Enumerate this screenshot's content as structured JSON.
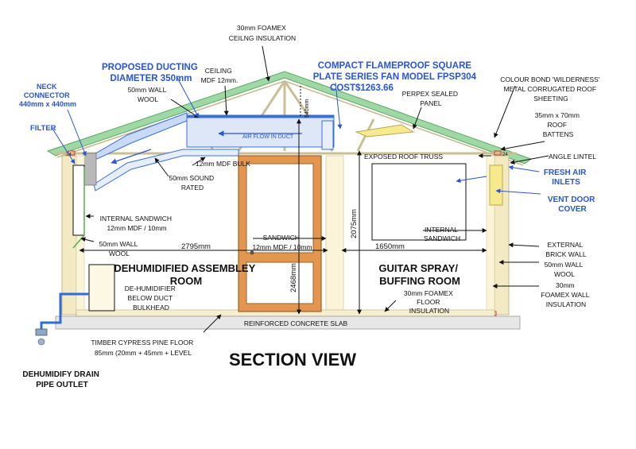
{
  "diagram": {
    "title": "SECTION VIEW",
    "labels": {
      "foamex_ceiling_1": "30mm FOAMEX",
      "foamex_ceiling_2": "CEILNG INSULATION",
      "ducting_1": "PROPOSED DUCTING",
      "ducting_2": "DIAMETER 350mm",
      "fan_1": "COMPACT FLAMEPROOF SQUARE",
      "fan_2": "PLATE SERIES FAN MODEL FPSP304",
      "fan_3": "COST$1263.66",
      "colour_bond_1": "COLOUR BOND 'WILDERNESS'",
      "colour_bond_2": "METAL CORRUGATED ROOF",
      "colour_bond_3": "SHEETING",
      "neck_1": "NECK",
      "neck_2": "CONNECTOR",
      "neck_3": "440mm x 440mm",
      "wall_wool_top_1": "50mm WALL",
      "wall_wool_top_2": "WOOL",
      "ceiling_mdf_1": "CEILING",
      "ceiling_mdf_2": "MDF 12mm.",
      "perpex_1": "PERPEX SEALED",
      "perpex_2": "PANEL",
      "filter": "FILTER",
      "airflow": "AIR FLOW IN DUCT",
      "mdf_bulk": "12mm MDF BULK",
      "sound_1": "50mm SOUND",
      "sound_2": "RATED",
      "roof_battens_1": "35mm x 70mm",
      "roof_battens_2": "ROOF",
      "roof_battens_3": "BATTENS",
      "exposed_truss": "EXPOSED ROOF TRUSS",
      "angle_lintel": "ANGLE LINTEL",
      "fresh_air_1": "FRESH AIR",
      "fresh_air_2": "INLETS",
      "vent_door_1": "VENT DOOR",
      "vent_door_2": "COVER",
      "internal_sandwich_1": "INTERNAL SANDWICH",
      "internal_sandwich_2": "12mm MDF / 10mm",
      "internal_sandwich_right_1": "INTERNAL",
      "internal_sandwich_right_2": "SANDWICH",
      "sandwich_1": "SANDWICH",
      "sandwich_2": "12mm MDF / 10mm",
      "wall_wool_left_1": "50mm WALL",
      "wall_wool_left_2": "WOOL",
      "external_brick_1": "EXTERNAL",
      "external_brick_2": "BRICK WALL",
      "wall_wool_right_1": "50mm WALL",
      "wall_wool_right_2": "WOOL",
      "foamex_wall_1": "30mm",
      "foamex_wall_2": "FOAMEX WALL",
      "foamex_wall_3": "INSULATION",
      "room_left_1": "DEHUMIDIFIED ASSEMBLEY",
      "room_left_2": "ROOM",
      "room_right_1": "GUITAR SPRAY/",
      "room_right_2": "BUFFING ROOM",
      "dehumidifier_1": "DE-HUMIDIFIER",
      "dehumidifier_2": "BELOW DUCT",
      "dehumidifier_3": "BULKHEAD",
      "floor_insulation_1": "30mm FOAMEX",
      "floor_insulation_2": "FLOOR",
      "floor_insulation_3": "INSULATION",
      "slab": "REINFORCED CONCRETE SLAB",
      "timber_floor_1": "TIMBER CYPRESS PINE FLOOR",
      "timber_floor_2": "85mm (20mm + 45mm + LEVEL",
      "drain_1": "DEHUMIDIFY DRAIN",
      "drain_2": "PIPE OUTLET",
      "dim_2795": "2795mm",
      "dim_1650": "1650mm",
      "dim_2075": "2075mm",
      "dim_2468": "2468mm",
      "dim_940": "940mm",
      "num_24_left": "24",
      "num_24_right": "24"
    },
    "colors": {
      "roof": "#9fd8a4",
      "wall_fill": "#fbf4d9",
      "brick": "#f3e9c2",
      "duct": "#c9daf8",
      "duct_blue": "#3b6fd8",
      "door": "#e1974f",
      "slab": "#e7e7e7",
      "pipe": "#2f6cd4",
      "text_blue": "#2a55d4",
      "frame_red": "#d9342b",
      "panel_yellow": "#f7e98e"
    }
  }
}
